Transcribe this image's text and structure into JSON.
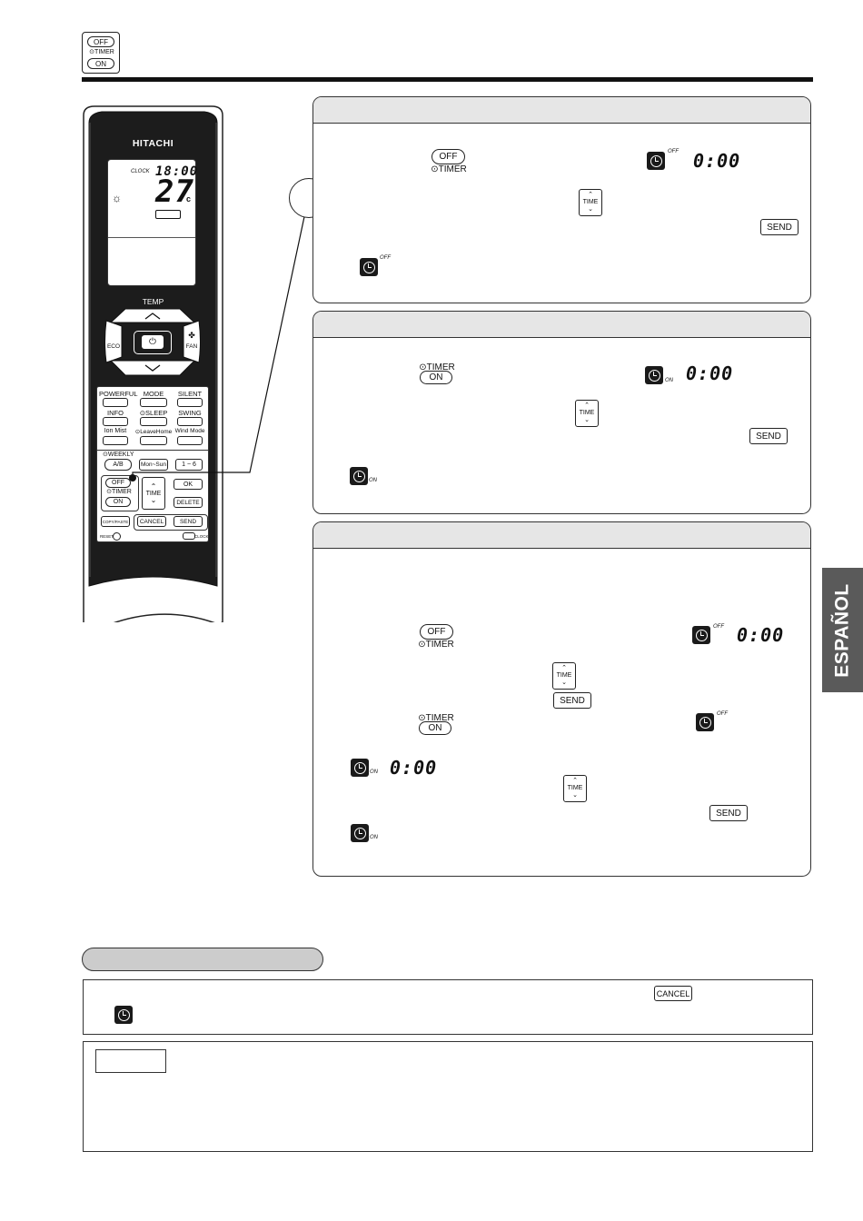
{
  "header_icon": {
    "off": "OFF",
    "timer": "⊙TIMER",
    "on": "ON"
  },
  "remote": {
    "brand": "HITACHI",
    "clock_label": "CLOCK",
    "clock_time": "18:00",
    "temp_value": "27",
    "temp_unit": "c",
    "temp_label": "TEMP",
    "eco": "ECO",
    "fan": "FAN",
    "row1": [
      "POWERFUL",
      "MODE",
      "SILENT"
    ],
    "row2": [
      "INFO",
      "⊙SLEEP",
      "SWING"
    ],
    "row3": [
      "Ion Mist",
      "⊙LeaveHome",
      "Wind Mode"
    ],
    "weekly": "⊙WEEKLY",
    "ab": "A/B",
    "mon_sun": "Mon~Sun",
    "one_six": "1 ~ 6",
    "off": "OFF",
    "timer": "⊙TIMER",
    "on": "ON",
    "time": "TIME",
    "ok": "OK",
    "delete": "DELETE",
    "copy_paste": "COPY/PASTE",
    "cancel": "CANCEL",
    "send": "SEND",
    "reset": "RESET",
    "clock": "CLOCK"
  },
  "icons": {
    "off_btn": "OFF",
    "timer_lbl": "⊙TIMER",
    "on_btn": "ON",
    "time_lbl": "TIME",
    "send": "SEND",
    "cancel": "CANCEL",
    "off_tag": "OFF",
    "on_tag": "ON",
    "lcd_time": "0:00"
  },
  "side_tab": "ESPAÑOL"
}
